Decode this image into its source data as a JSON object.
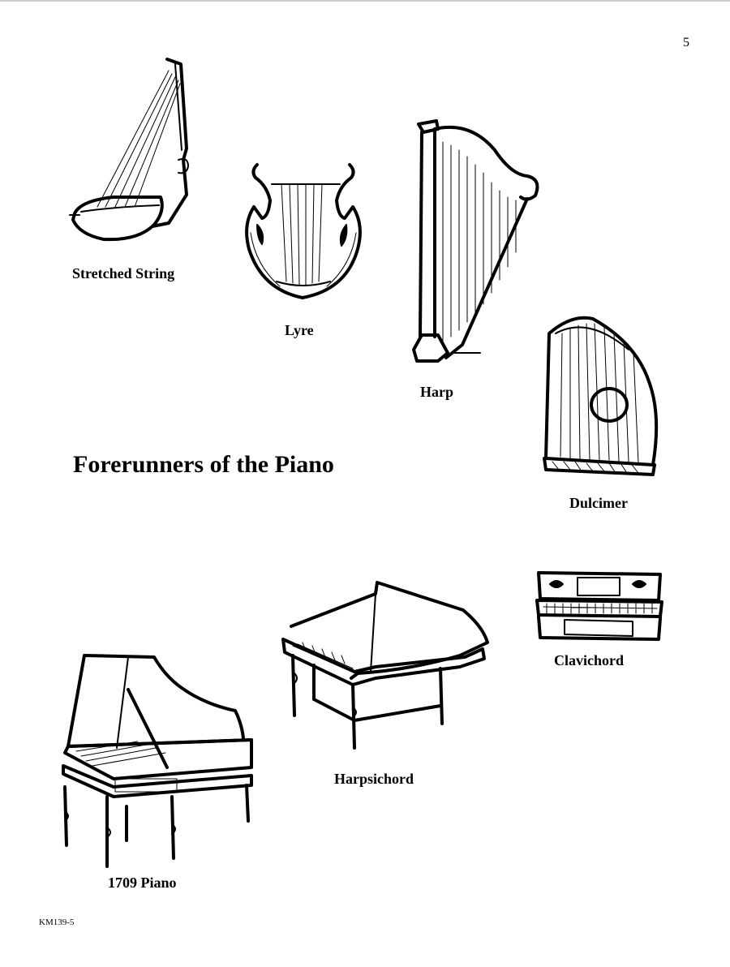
{
  "page": {
    "number": "5",
    "title": "Forerunners of the Piano",
    "footer_code": "KM139-5"
  },
  "instruments": [
    {
      "name": "stretched-string",
      "label": "Stretched String"
    },
    {
      "name": "lyre",
      "label": "Lyre"
    },
    {
      "name": "harp",
      "label": "Harp"
    },
    {
      "name": "dulcimer",
      "label": "Dulcimer"
    },
    {
      "name": "clavichord",
      "label": "Clavichord"
    },
    {
      "name": "harpsichord",
      "label": "Harpsichord"
    },
    {
      "name": "piano-1709",
      "label": "1709 Piano"
    }
  ]
}
